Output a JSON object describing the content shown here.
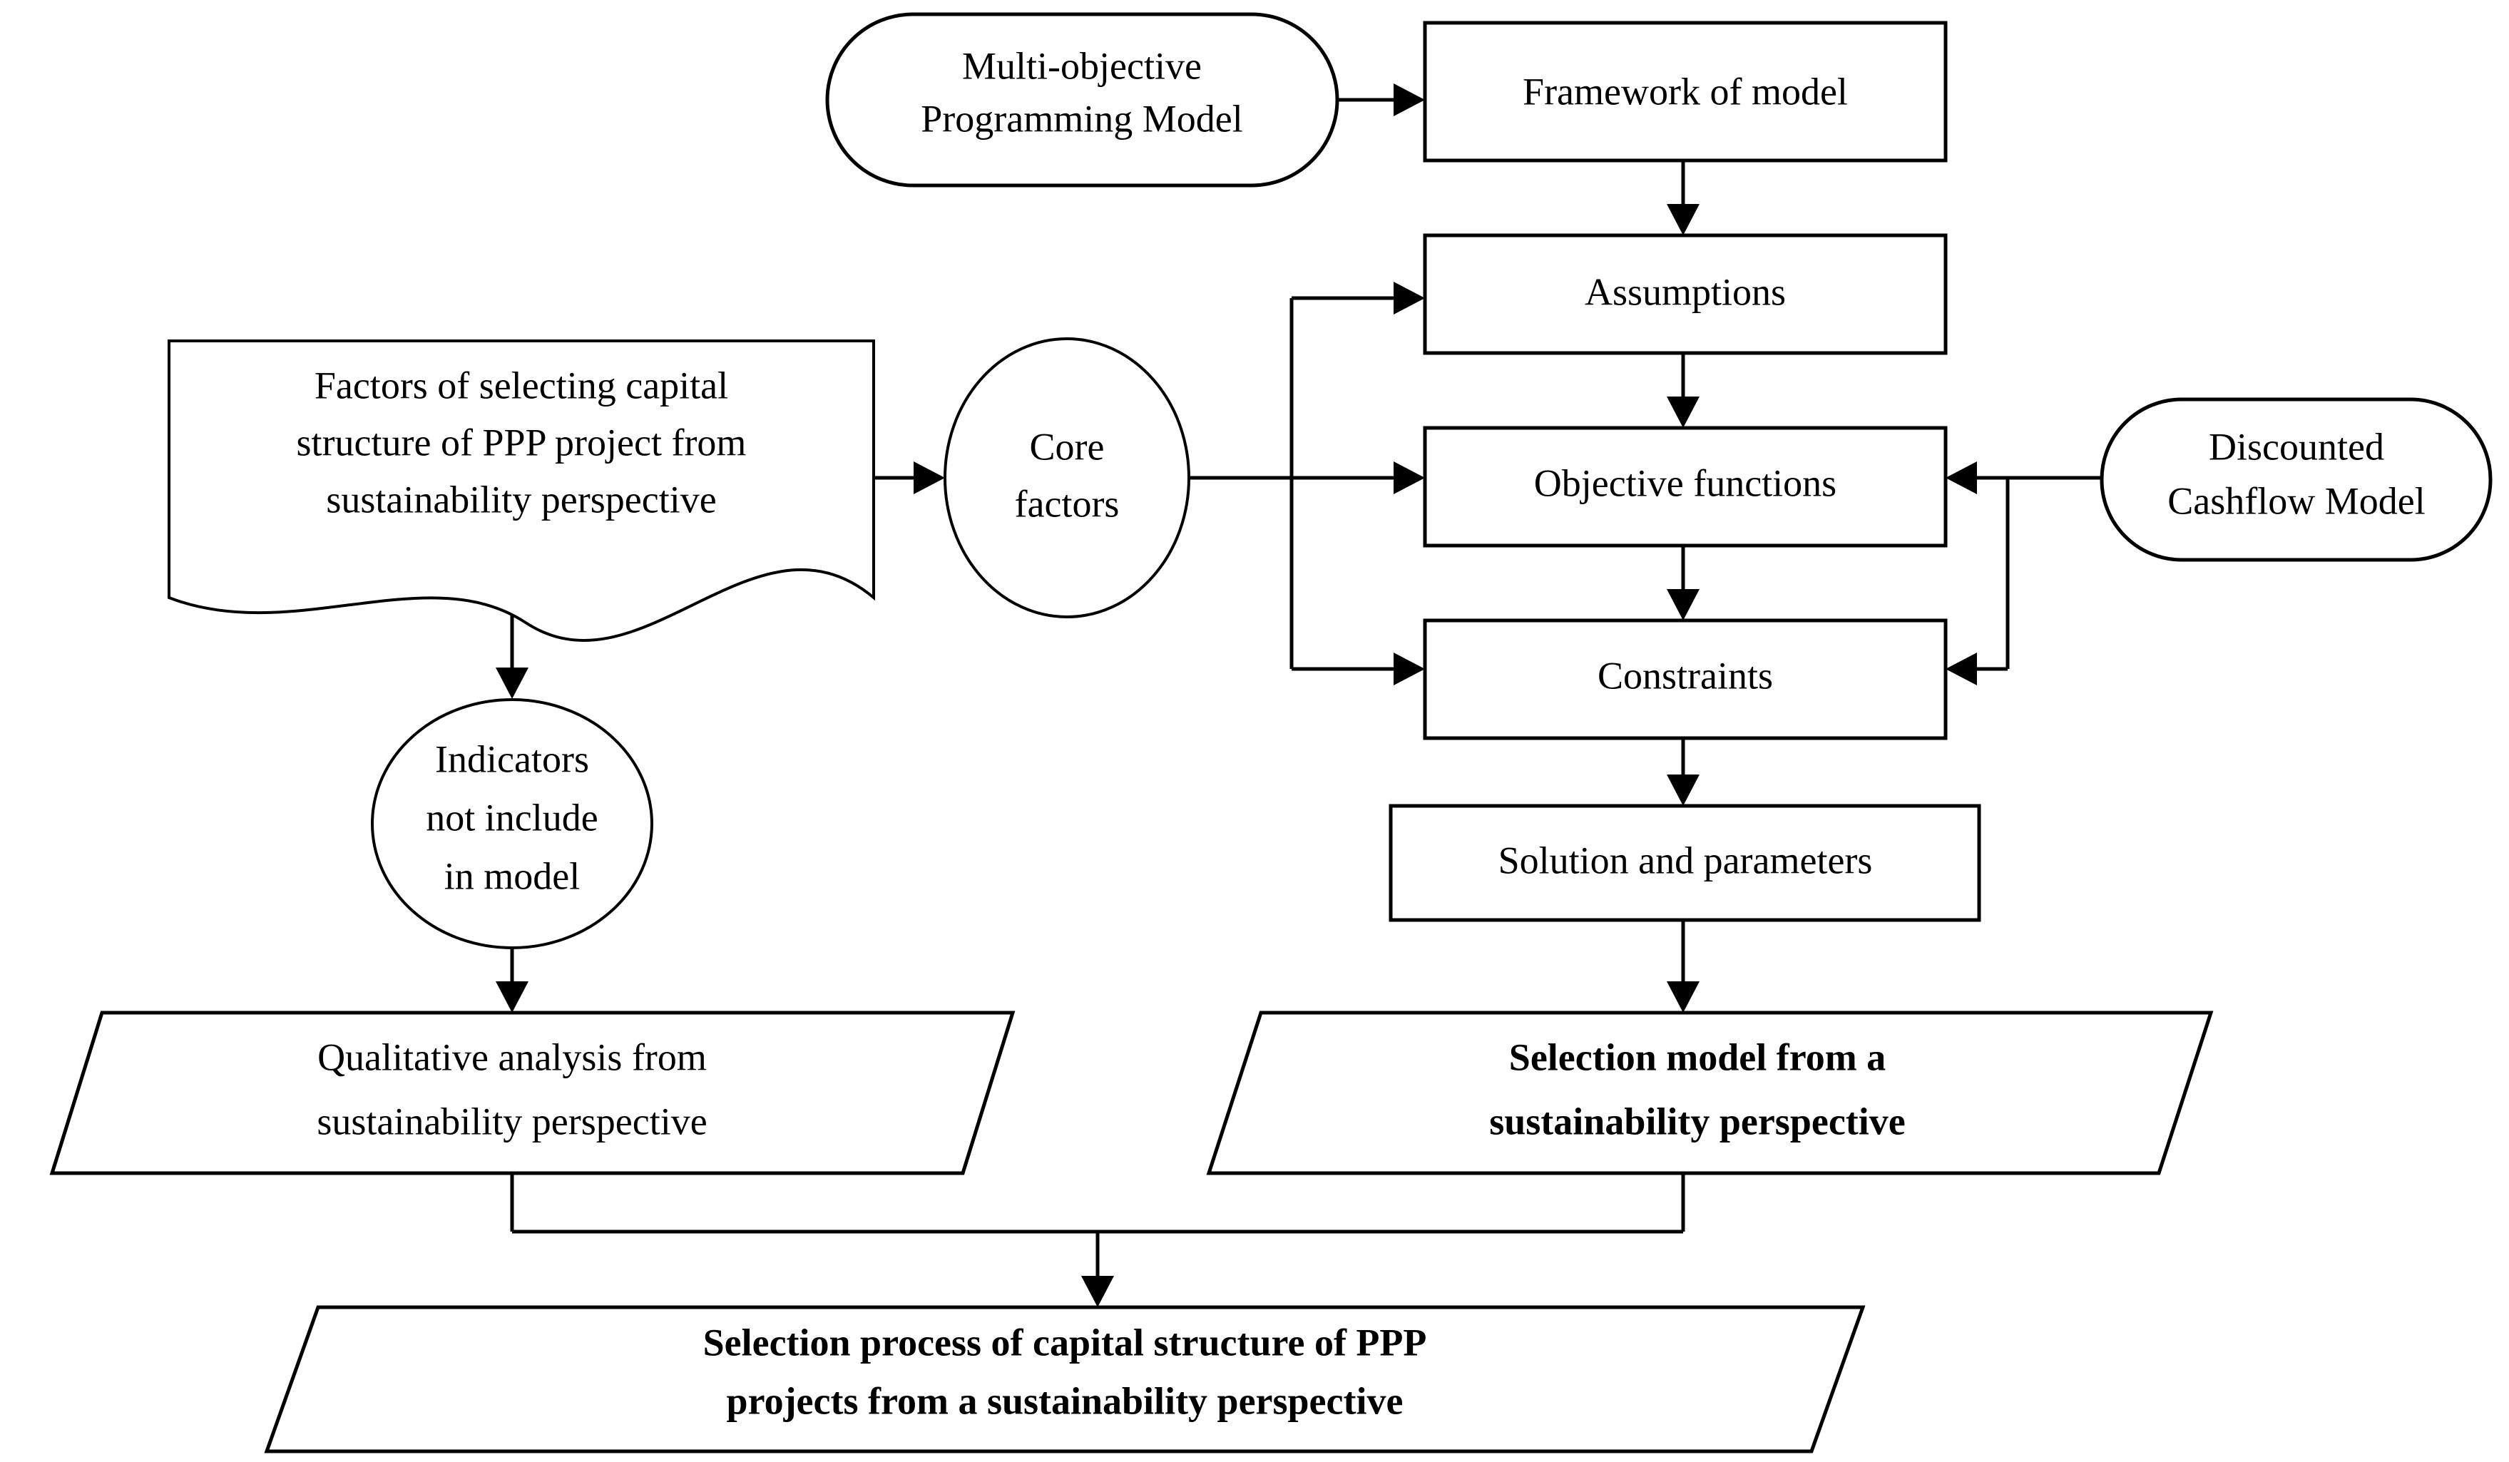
{
  "diagram": {
    "title": "Selection process of capital structure of PPP projects flowchart",
    "colors": {
      "stroke": "#000000",
      "fill": "#ffffff",
      "text": "#000000"
    },
    "nodes": {
      "multi_objective_model": {
        "shape": "rounded-pill",
        "lines": [
          "Multi-objective",
          "Programming Model"
        ]
      },
      "framework_of_model": {
        "shape": "rectangle",
        "lines": [
          "Framework of model"
        ]
      },
      "assumptions": {
        "shape": "rectangle",
        "lines": [
          "Assumptions"
        ]
      },
      "objective_functions": {
        "shape": "rectangle",
        "lines": [
          "Objective functions"
        ]
      },
      "constraints": {
        "shape": "rectangle",
        "lines": [
          "Constraints"
        ]
      },
      "solution_and_parameters": {
        "shape": "rectangle",
        "lines": [
          "Solution and parameters"
        ]
      },
      "discounted_cashflow_model": {
        "shape": "rounded-pill",
        "lines": [
          "Discounted",
          "Cashflow Model"
        ]
      },
      "factors_document": {
        "shape": "document-wave",
        "lines": [
          "Factors of selecting capital",
          "structure of PPP project from",
          "sustainability perspective"
        ]
      },
      "core_factors": {
        "shape": "ellipse",
        "lines": [
          "Core",
          "factors"
        ]
      },
      "indicators_not_include": {
        "shape": "ellipse",
        "lines": [
          "Indicators",
          "not include",
          "in model"
        ]
      },
      "qualitative_analysis": {
        "shape": "parallelogram",
        "lines": [
          "Qualitative analysis from",
          "sustainability perspective"
        ]
      },
      "selection_model": {
        "shape": "parallelogram",
        "bold": true,
        "lines": [
          "Selection model from a",
          "sustainability perspective"
        ]
      },
      "selection_process": {
        "shape": "parallelogram",
        "bold": true,
        "lines": [
          "Selection process of capital structure of PPP",
          "projects from a sustainability perspective"
        ]
      }
    },
    "edges": [
      {
        "from": "multi_objective_model",
        "to": "framework_of_model",
        "arrow": "right"
      },
      {
        "from": "framework_of_model",
        "to": "assumptions",
        "arrow": "down"
      },
      {
        "from": "assumptions",
        "to": "objective_functions",
        "arrow": "down"
      },
      {
        "from": "objective_functions",
        "to": "constraints",
        "arrow": "down"
      },
      {
        "from": "constraints",
        "to": "solution_and_parameters",
        "arrow": "down"
      },
      {
        "from": "solution_and_parameters",
        "to": "selection_model",
        "arrow": "down"
      },
      {
        "from": "factors_document",
        "to": "core_factors",
        "arrow": "right"
      },
      {
        "from": "factors_document",
        "to": "indicators_not_include",
        "arrow": "down"
      },
      {
        "from": "core_factors",
        "to": "assumptions",
        "arrow": "right"
      },
      {
        "from": "core_factors",
        "to": "objective_functions",
        "arrow": "right"
      },
      {
        "from": "core_factors",
        "to": "constraints",
        "arrow": "right"
      },
      {
        "from": "discounted_cashflow_model",
        "to": "objective_functions",
        "arrow": "left"
      },
      {
        "from": "discounted_cashflow_model",
        "to": "constraints",
        "arrow": "left"
      },
      {
        "from": "indicators_not_include",
        "to": "qualitative_analysis",
        "arrow": "down"
      },
      {
        "from": "qualitative_analysis",
        "to": "selection_process",
        "arrow": "down"
      },
      {
        "from": "selection_model",
        "to": "selection_process",
        "arrow": "down"
      }
    ]
  }
}
